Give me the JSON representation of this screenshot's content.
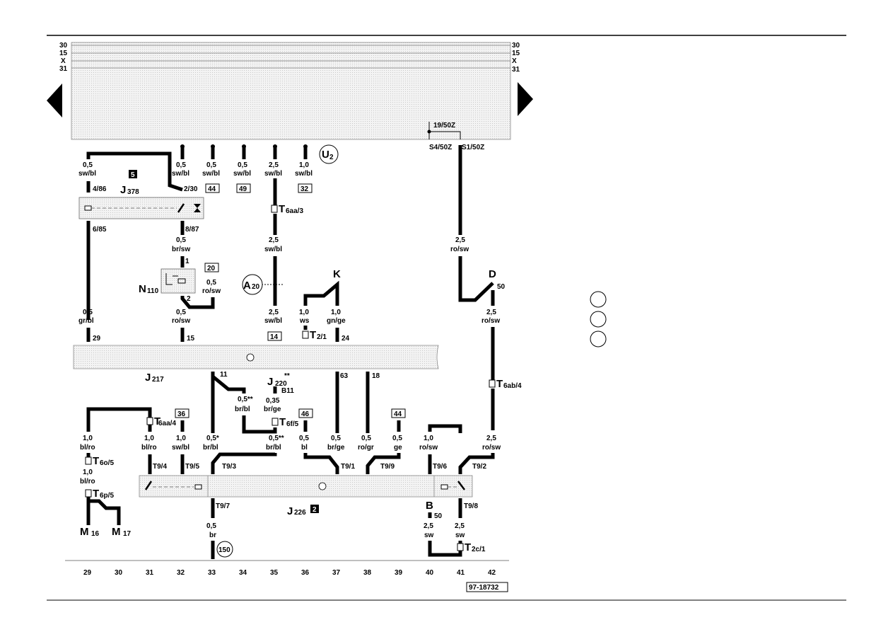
{
  "rails": {
    "left": [
      "30",
      "15",
      "X",
      "31"
    ],
    "right": [
      "30",
      "15",
      "X",
      "31"
    ]
  },
  "doc_number": "97-18732",
  "columns": [
    "29",
    "30",
    "31",
    "32",
    "33",
    "34",
    "35",
    "36",
    "37",
    "38",
    "39",
    "40",
    "41",
    "42"
  ],
  "fuse_terminals": {
    "t19": "19/50Z",
    "s4": "S4/50Z",
    "s1": "S1/50Z"
  },
  "components": {
    "u2": {
      "main": "U",
      "sub": "2"
    },
    "a20": {
      "main": "A",
      "sub": "20"
    },
    "j378": {
      "main": "J",
      "sub": "378",
      "badge": "5"
    },
    "n110": {
      "main": "N",
      "sub": "110"
    },
    "j217": {
      "main": "J",
      "sub": "217"
    },
    "j220": {
      "main": "J",
      "sub": "220",
      "suffix": "**",
      "code": "B11"
    },
    "j226": {
      "main": "J",
      "sub": "226",
      "badge": "2"
    },
    "m16": {
      "main": "M",
      "sub": "16"
    },
    "m17": {
      "main": "M",
      "sub": "17"
    },
    "k": "K",
    "d": "D",
    "b": "B"
  },
  "wires": {
    "w29_top": [
      "0,5",
      "sw/bl"
    ],
    "w32_top": [
      "0,5",
      "sw/bl"
    ],
    "w33_top": [
      "0,5",
      "sw/bl"
    ],
    "w34_top": [
      "0,5",
      "sw/bl"
    ],
    "w35_top": [
      "2,5",
      "sw/bl"
    ],
    "w36_top": [
      "1,0",
      "sw/bl"
    ],
    "w32_mid": [
      "0,5",
      "br/sw"
    ],
    "w33_mid": [
      "0,5",
      "ro/sw"
    ],
    "w32_low": [
      "0,5",
      "ro/sw"
    ],
    "w29_low": [
      "0,5",
      "gr/bl"
    ],
    "w35_mid": [
      "2,5",
      "sw/bl"
    ],
    "w35_low": [
      "2,5",
      "sw/bl"
    ],
    "w36_k": [
      "1,0",
      "ws"
    ],
    "w37_k": [
      "1,0",
      "gn/ge"
    ],
    "w41_top": [
      "2,5",
      "ro/sw"
    ],
    "w41_mid": [
      "2,5",
      "ro/sw"
    ],
    "w29_bot": [
      "1,0",
      "bl/ro"
    ],
    "w29_bot2": [
      "1,0",
      "bl/ro"
    ],
    "w31_bot": [
      "1,0",
      "bl/ro"
    ],
    "w32_bot": [
      "1,0",
      "sw/bl"
    ],
    "w33_bot": [
      "0,5*",
      "br/bl"
    ],
    "w34_j220": [
      "0,5**",
      "br/bl"
    ],
    "w35_j220": [
      "0,35",
      "br/ge"
    ],
    "w35_bot": [
      "0,5**",
      "br/bl"
    ],
    "w36_bot": [
      "0,5",
      "bl"
    ],
    "w37_bot": [
      "0,5",
      "br/ge"
    ],
    "w38_bot": [
      "0,5",
      "ro/gr"
    ],
    "w39_bot": [
      "0,5",
      "ge"
    ],
    "w40_bot": [
      "1,0",
      "ro/sw"
    ],
    "w41_bot": [
      "2,5",
      "ro/sw"
    ],
    "w33_out": [
      "0,5",
      "br"
    ],
    "w40_out": [
      "2,5",
      "sw"
    ],
    "w41_out": [
      "2,5",
      "sw"
    ]
  },
  "pins": {
    "p4_86": "4/86",
    "p2_30": "2/30",
    "p6_85": "6/85",
    "p8_87": "8/87",
    "p1": "1",
    "p2": "2",
    "p29": "29",
    "p15": "15",
    "p24": "24",
    "p11": "11",
    "p63": "63",
    "p18": "18",
    "p50_d": "50",
    "p50_b": "50",
    "t9_4": "T9/4",
    "t9_5": "T9/5",
    "t9_3": "T9/3",
    "t9_1": "T9/1",
    "t9_9": "T9/9",
    "t9_6": "T9/6",
    "t9_2": "T9/2",
    "t9_7": "T9/7",
    "t9_8": "T9/8"
  },
  "connectors": {
    "t6aa3": {
      "main": "T",
      "sub": "6aa/3"
    },
    "t2_1": {
      "main": "T",
      "sub": "2/1"
    },
    "t6ab4": {
      "main": "T",
      "sub": "6ab/4"
    },
    "t6aa4": {
      "main": "T",
      "sub": "6aa/4"
    },
    "t6f5": {
      "main": "T",
      "sub": "6f/5"
    },
    "t6o5": {
      "main": "T",
      "sub": "6o/5"
    },
    "t6p5": {
      "main": "T",
      "sub": "6p/5"
    },
    "t2c1": {
      "main": "T",
      "sub": "2c/1"
    }
  },
  "boxed_refs": {
    "r44a": "44",
    "r49": "49",
    "r32": "32",
    "r20": "20",
    "r14": "14",
    "r36": "36",
    "r46": "46",
    "r44b": "44",
    "r150": "150"
  }
}
